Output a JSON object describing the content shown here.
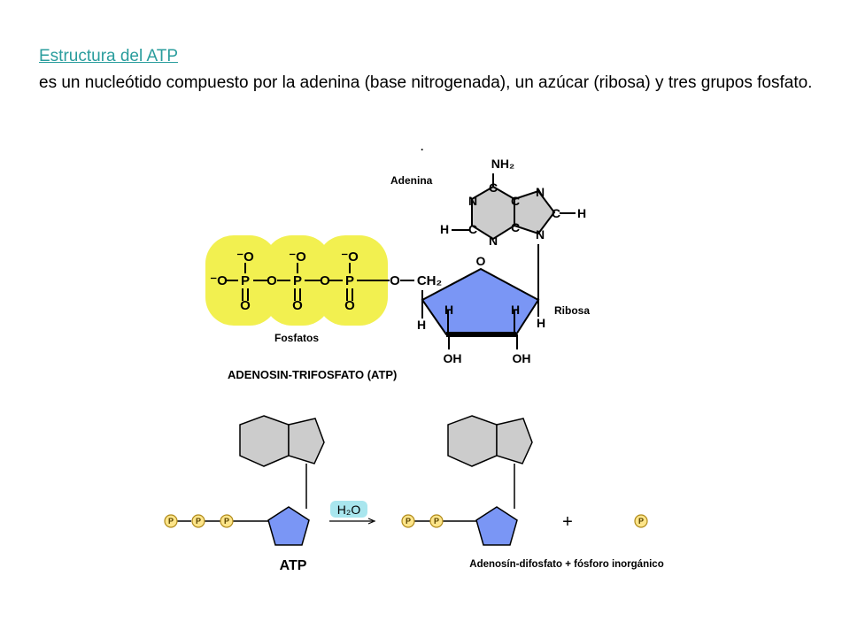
{
  "header": {
    "title": "Estructura del ATP",
    "description": "es un nucleótido compuesto por la adenina (base nitrogenada), un azúcar (ribosa) y tres grupos fosfato."
  },
  "diagram": {
    "labels": {
      "adenina": "Adenina",
      "ribosa": "Ribosa",
      "fosfatos": "Fosfatos",
      "caption": "ADENOSIN-TRIFOSFATO (ATP)",
      "atp": "ATP",
      "products": "Adenosín-difosfato + fósforo inorgánico",
      "water": "H₂O",
      "plus": "+",
      "phosphate_symbol": "P"
    },
    "atoms": {
      "N": "N",
      "C": "C",
      "H": "H",
      "O": "O",
      "P": "P",
      "NH2": "NH₂",
      "OH": "OH",
      "CH2": "CH₂",
      "O_minus": "⁻O",
      "dot": "."
    },
    "colors": {
      "phosphate_bg": "#f2f050",
      "ribose": "#7a96f5",
      "adenine": "#cccccc",
      "link": "#2a9d9d",
      "token_fill": "#fde58a",
      "token_stroke": "#b08a1a",
      "water_bg": "#a9e6ee"
    }
  }
}
